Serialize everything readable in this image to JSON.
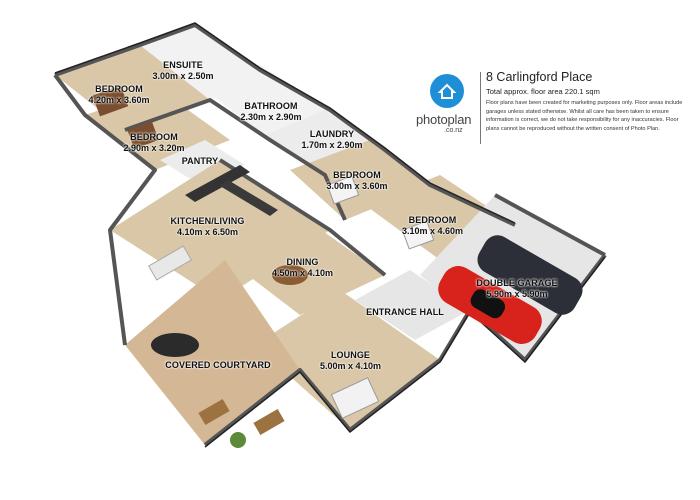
{
  "property": {
    "address": "8 Carlingford Place",
    "area_text": "Total approx. floor area 220.1 sqm",
    "disclaimer": "Floor plans have been created for marketing purposes only. Floor areas include garages unless stated otherwise. Whilst all care has been taken to ensure information is correct, we do not take responsibility for any inaccuracies. Floor plans cannot be reproduced without the written consent of Photo Plan."
  },
  "brand": {
    "name": "photoplan",
    "domain": ".co.nz",
    "color": "#1e8fd6"
  },
  "rooms": [
    {
      "name": "ENSUITE",
      "dims": "3.00m x 2.50m"
    },
    {
      "name": "BEDROOM",
      "dims": "4.20m x 3.60m"
    },
    {
      "name": "BATHROOM",
      "dims": "2.30m x 2.90m"
    },
    {
      "name": "BEDROOM",
      "dims": "2.90m x 3.20m"
    },
    {
      "name": "LAUNDRY",
      "dims": "1.70m x 2.90m"
    },
    {
      "name": "PANTRY",
      "dims": ""
    },
    {
      "name": "BEDROOM",
      "dims": "3.00m x 3.60m"
    },
    {
      "name": "KITCHEN/LIVING",
      "dims": "4.10m x 6.50m"
    },
    {
      "name": "BEDROOM",
      "dims": "3.10m x 4.60m"
    },
    {
      "name": "DINING",
      "dims": "4.50m x 4.10m"
    },
    {
      "name": "DOUBLE GARAGE",
      "dims": "5.90m x 5.90m"
    },
    {
      "name": "ENTRANCE HALL",
      "dims": ""
    },
    {
      "name": "LOUNGE",
      "dims": "5.00m x 4.10m"
    },
    {
      "name": "COVERED COURTYARD",
      "dims": ""
    }
  ]
}
